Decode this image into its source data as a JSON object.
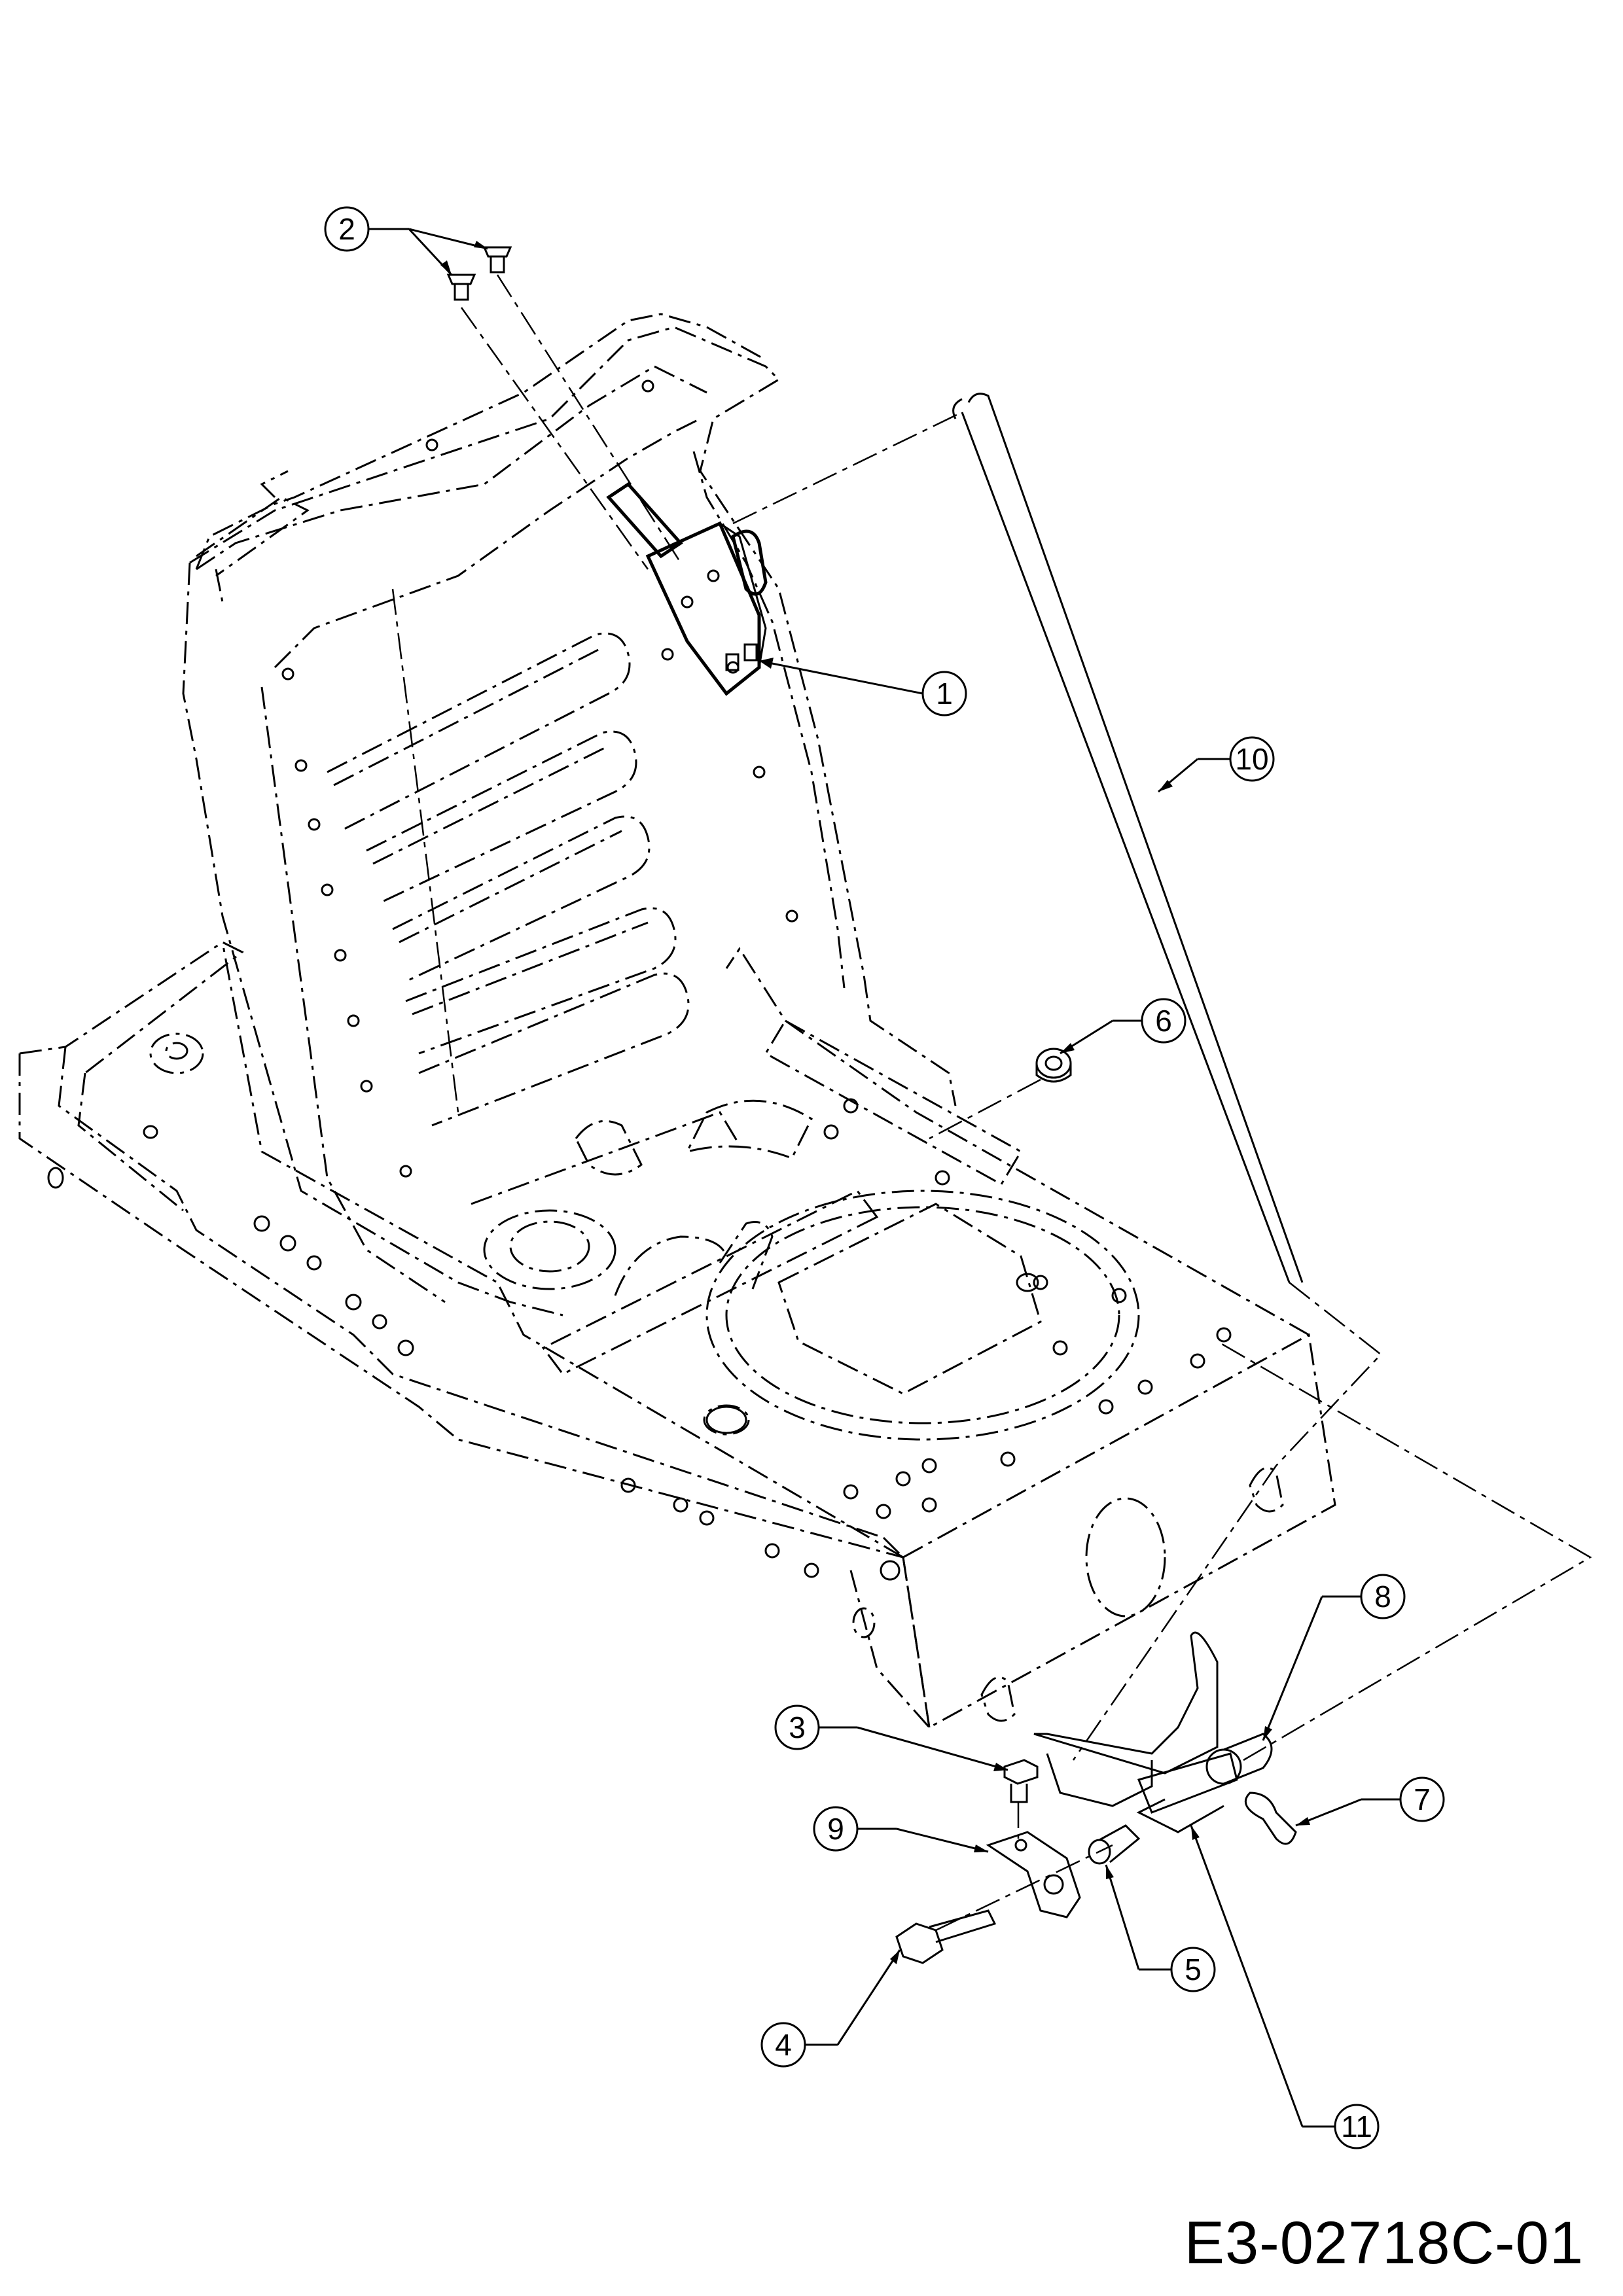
{
  "drawing_code": "E3-02718C-01",
  "callouts": [
    {
      "id": "1",
      "label": "1"
    },
    {
      "id": "2",
      "label": "2"
    },
    {
      "id": "3",
      "label": "3"
    },
    {
      "id": "4",
      "label": "4"
    },
    {
      "id": "5",
      "label": "5"
    },
    {
      "id": "6",
      "label": "6"
    },
    {
      "id": "7",
      "label": "7"
    },
    {
      "id": "8",
      "label": "8"
    },
    {
      "id": "9",
      "label": "9"
    },
    {
      "id": "10",
      "label": "10"
    },
    {
      "id": "11",
      "label": "11"
    }
  ]
}
